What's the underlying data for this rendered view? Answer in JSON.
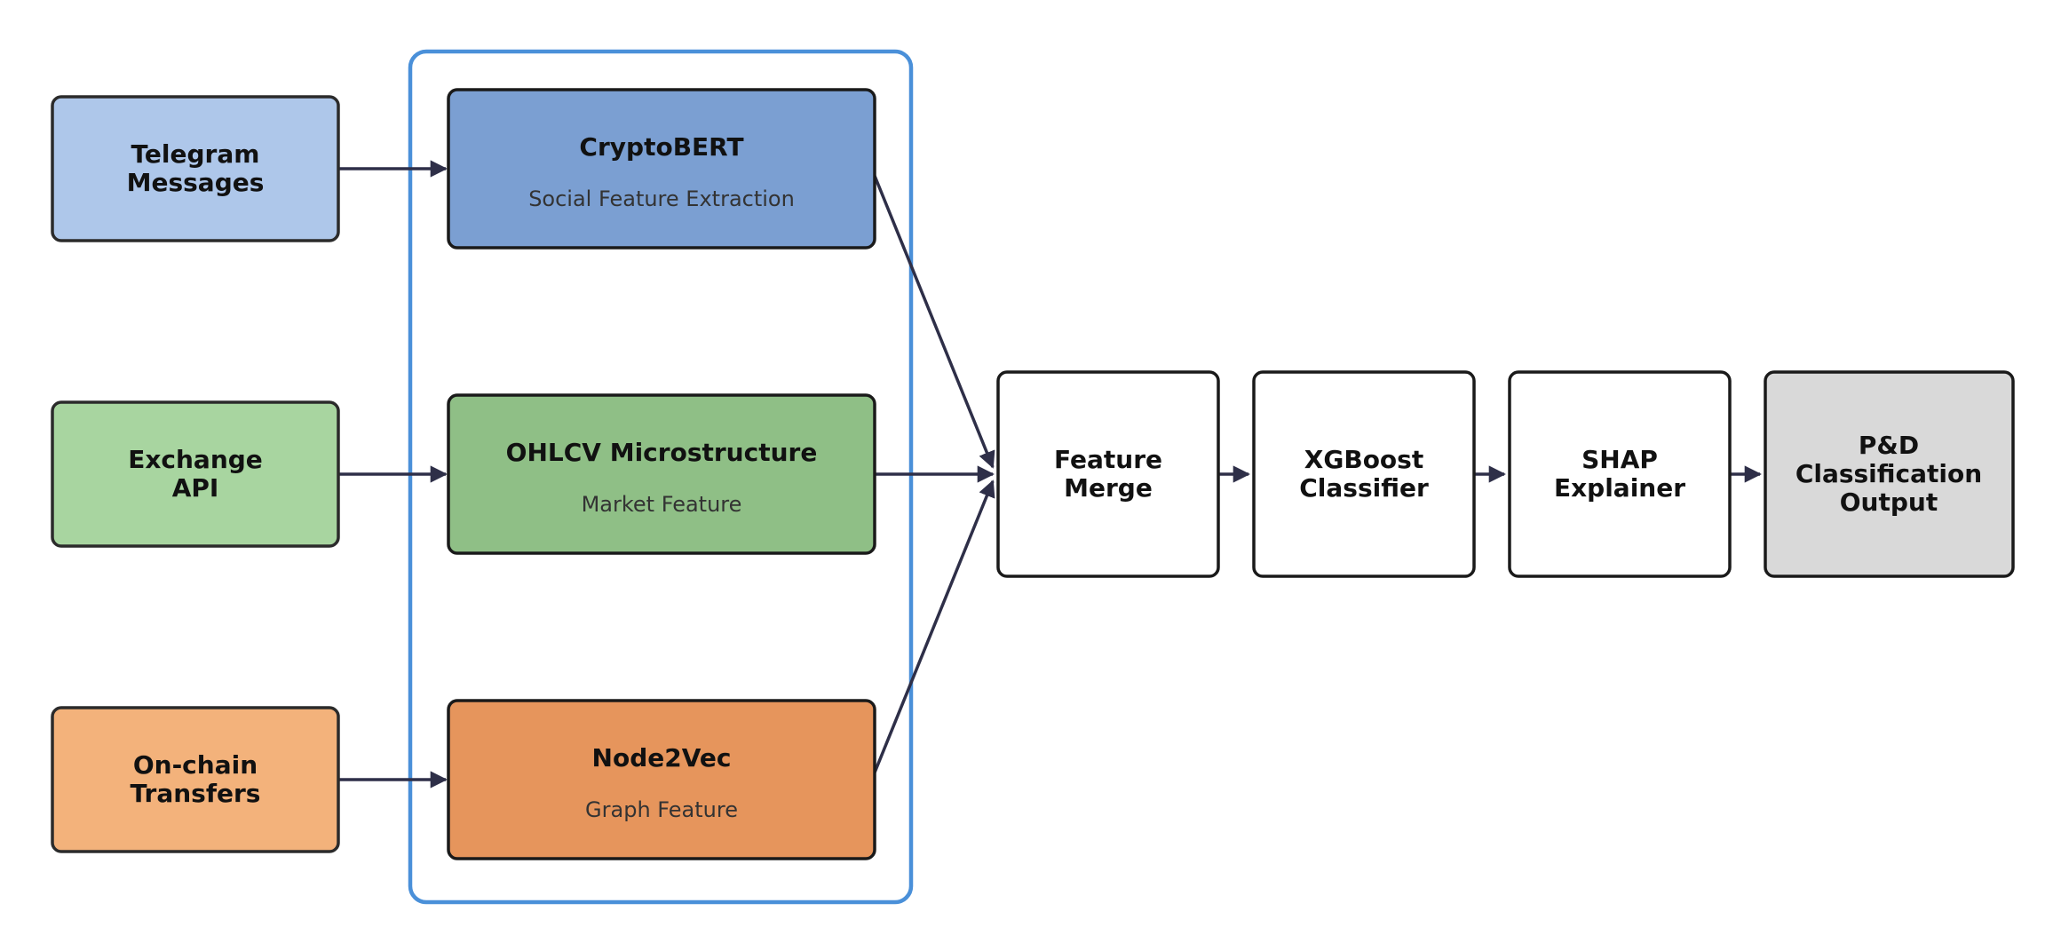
{
  "colors": {
    "telegram": "#aec7ea",
    "exchange": "#a8d5a0",
    "onchain": "#f3b27b",
    "cryptobert": "#7b9fd2",
    "ohlcv": "#8fbf86",
    "node2vec": "#e6955c",
    "plain": "#ffffff",
    "output": "#d9d9d9",
    "group_border": "#4a90d9",
    "arrow": "#2e2f48"
  },
  "sources": {
    "telegram": [
      "Telegram",
      "Messages"
    ],
    "exchange": [
      "Exchange",
      "API"
    ],
    "onchain": [
      "On-chain",
      "Transfers"
    ]
  },
  "extractors": {
    "cryptobert": {
      "title": "CryptoBERT",
      "subtitle": "Social Feature Extraction"
    },
    "ohlcv": {
      "title": "OHLCV Microstructure",
      "subtitle": "Market Feature"
    },
    "node2vec": {
      "title": "Node2Vec",
      "subtitle": "Graph Feature"
    }
  },
  "pipeline": {
    "merge": [
      "Feature",
      "Merge"
    ],
    "xgboost": [
      "XGBoost",
      "Classifier"
    ],
    "shap": [
      "SHAP",
      "Explainer"
    ],
    "output": [
      "P&D",
      "Classification",
      "Output"
    ]
  }
}
